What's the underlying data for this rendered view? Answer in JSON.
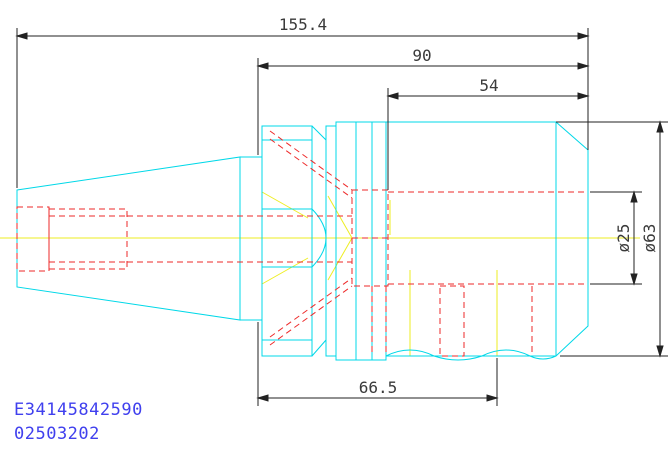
{
  "drawing": {
    "dimensions": {
      "overall_length": "155.4",
      "body_length": "90",
      "bore_depth": "54",
      "lower_length": "66.5",
      "bore_diameter": "ø25",
      "outer_diameter": "ø63"
    },
    "part_code": "E34145842590",
    "part_number": "02503202"
  },
  "colors": {
    "outline": "#00e5ee",
    "hidden": "#ee2222",
    "centerline": "#ffff33",
    "dimension": "#222222",
    "code_text": "#4040ee"
  }
}
